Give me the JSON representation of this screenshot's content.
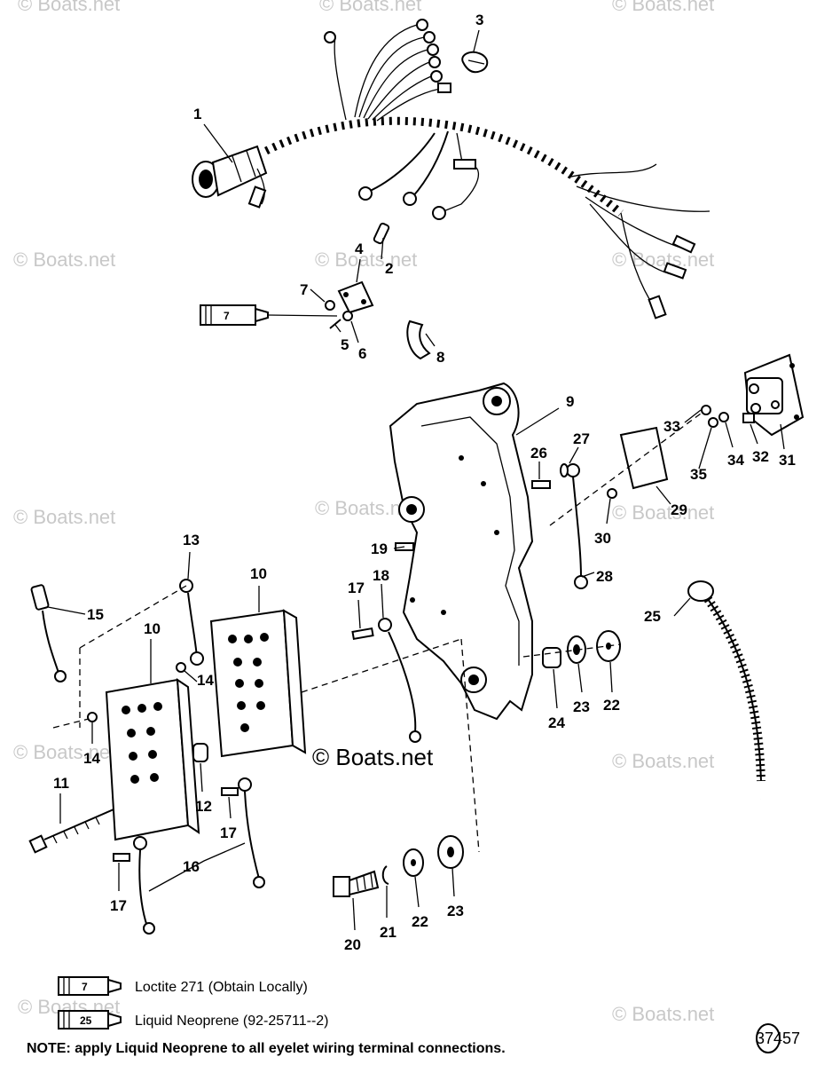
{
  "watermarks": [
    "© Boats.net",
    "© Boats.net",
    "© Boats.net",
    "© Boats.net",
    "© Boats.net",
    "© Boats.net",
    "© Boats.net",
    "© Boats.net",
    "© Boats.net",
    "© Boats.net",
    "© Boats.net",
    "© Boats.net",
    "© Boats.net"
  ],
  "center_watermark": "© Boats.net",
  "callouts": [
    "1",
    "2",
    "3",
    "4",
    "5",
    "6",
    "7",
    "8",
    "9",
    "10",
    "10",
    "11",
    "12",
    "13",
    "14",
    "14",
    "15",
    "16",
    "17",
    "17",
    "17",
    "18",
    "19",
    "20",
    "21",
    "22",
    "22",
    "23",
    "23",
    "24",
    "25",
    "26",
    "27",
    "28",
    "29",
    "30",
    "31",
    "32",
    "33",
    "34",
    "35"
  ],
  "legend": {
    "items": [
      {
        "tube_label": "7",
        "text": "Loctite 271 (Obtain Locally)"
      },
      {
        "tube_label": "25",
        "text": "Liquid Neoprene (92-25711--2)"
      }
    ],
    "inline_tube_label": "7"
  },
  "note": "NOTE: apply Liquid Neoprene to all eyelet wiring terminal connections.",
  "figure_number": "37457"
}
